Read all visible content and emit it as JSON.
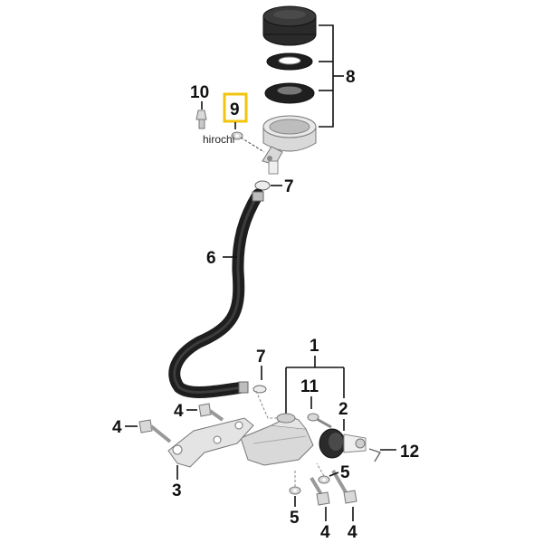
{
  "callouts": {
    "c1": "1",
    "c2": "2",
    "c3": "3",
    "c4a": "4",
    "c4b": "4",
    "c4c": "4",
    "c4d": "4",
    "c5a": "5",
    "c5b": "5",
    "c6": "6",
    "c7a": "7",
    "c7b": "7",
    "c8": "8",
    "c9": "9",
    "c10": "10",
    "c11": "11",
    "c12": "12"
  },
  "watermark": "hirochi",
  "colors": {
    "highlight": "#f2c40f",
    "ink": "#111111",
    "hose": "#1e1e1e",
    "metal": "#d9d9d9"
  }
}
